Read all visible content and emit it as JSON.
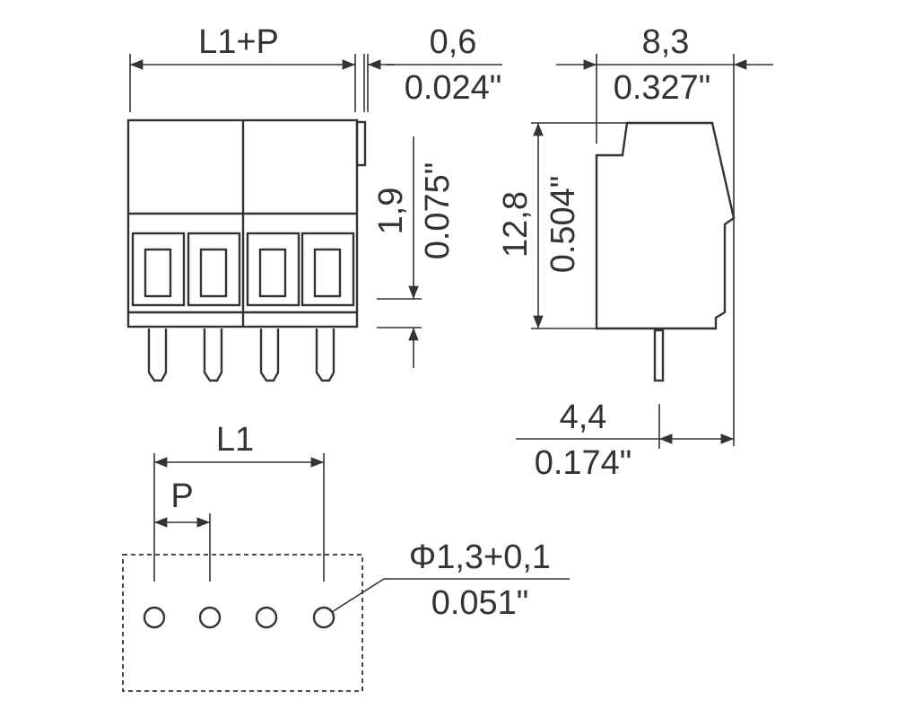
{
  "drawing": {
    "colors": {
      "ink": "#333333",
      "background": "#ffffff"
    },
    "front_view": {
      "width_label": "L1+P",
      "gap_mm": "0,6",
      "gap_in": "0.024\"",
      "height_mm": "1,9",
      "height_in": "0.075\"",
      "poles": 4
    },
    "side_view": {
      "width_mm": "8,3",
      "width_in": "0.327\"",
      "height_mm": "12,8",
      "height_in": "0.504\"",
      "pin_offset_mm": "4,4",
      "pin_offset_in": "0.174\""
    },
    "footprint": {
      "length_label": "L1",
      "pitch_label": "P",
      "hole_mm": "Φ1,3+0,1",
      "hole_in": "0.051\"",
      "holes": 4
    }
  }
}
